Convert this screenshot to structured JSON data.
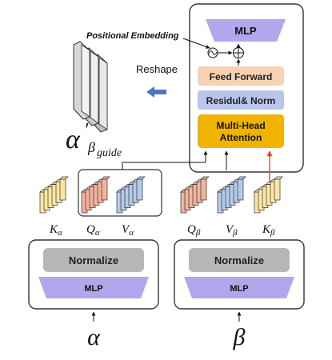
{
  "transformer_block": {
    "mlp_label": "MLP",
    "positional_embedding_label": "Positional Embedding",
    "feed_forward_label": "Feed Forward",
    "residual_norm_label": "Residul& Norm",
    "attention_label_line1": "Multi-Head",
    "attention_label_line2": "Attention"
  },
  "reshape": {
    "label": "Reshape",
    "output_base": "α",
    "output_prime": "′",
    "output_sub": "β",
    "output_subsub": "guide"
  },
  "tokens": {
    "k_alpha": {
      "main": "K",
      "sub": "α"
    },
    "q_alpha": {
      "main": "Q",
      "sub": "α"
    },
    "v_alpha": {
      "main": "V",
      "sub": "α"
    },
    "q_beta": {
      "main": "Q",
      "sub": "β"
    },
    "v_beta": {
      "main": "V",
      "sub": "β"
    },
    "k_beta": {
      "main": "K",
      "sub": "β"
    }
  },
  "encoders": {
    "left": {
      "normalize_label": "Normalize",
      "mlp_label": "MLP",
      "input_symbol": "α"
    },
    "right": {
      "normalize_label": "Normalize",
      "mlp_label": "MLP",
      "input_symbol": "β"
    }
  },
  "colors": {
    "mlp_purple": "#b3a6ec",
    "feed_forward_peach": "#f9d1b3",
    "residual_norm_blue": "#b9c5ea",
    "attention_gold": "#f0b400",
    "normalize_gray": "#b7b7b7",
    "reshape_arrow_blue": "#4a78c8",
    "k_arrow_red": "#e8472e",
    "token_yellow": "#fde6a3",
    "token_salmon": "#f2b39d",
    "token_blue": "#b5cbe8"
  }
}
